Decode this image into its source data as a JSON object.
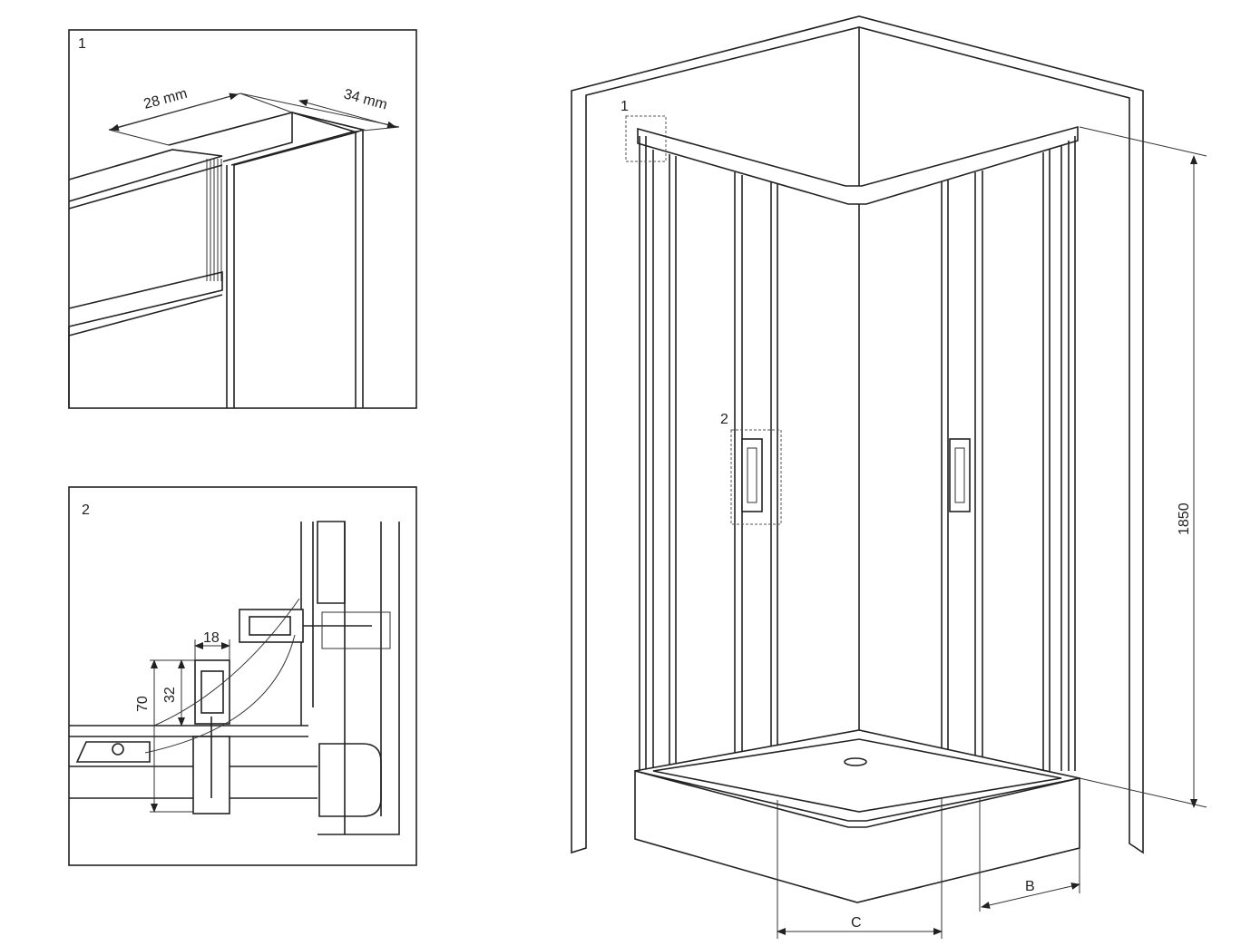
{
  "detail_1": {
    "label": "1",
    "dim_width": "28 mm",
    "dim_depth": "34 mm"
  },
  "detail_2": {
    "label": "2",
    "dim_a": "18",
    "dim_b": "32",
    "dim_c": "70"
  },
  "main_view": {
    "callout_1": "1",
    "callout_2": "2",
    "height_dim": "1850",
    "dim_b": "B",
    "dim_c": "C"
  }
}
